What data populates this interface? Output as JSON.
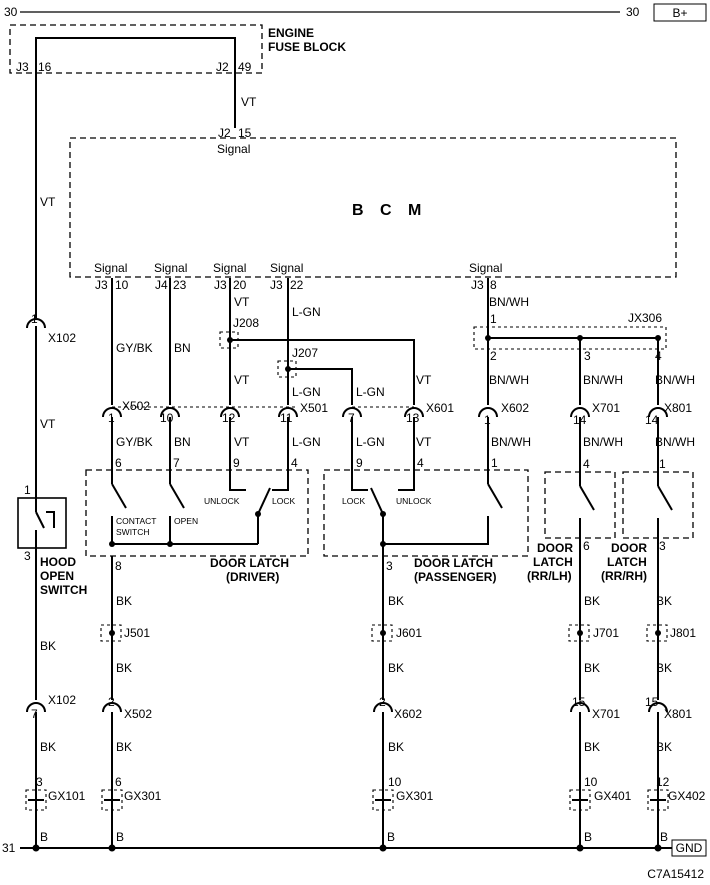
{
  "rails": {
    "top_left": "30",
    "top_right": "30",
    "battery": "B+",
    "bottom_left": "31",
    "ground": "GND"
  },
  "fuse_block": {
    "title_line1": "ENGINE",
    "title_line2": "FUSE BLOCK",
    "pin_left_conn": "J3",
    "pin_left": "16",
    "pin_right_conn": "J2",
    "pin_right": "49",
    "wire": "VT"
  },
  "bcm": {
    "title": "B C M",
    "top_conn": "J2",
    "top_pin": "15",
    "top_signal": "Signal",
    "signal": "Signal",
    "pins": [
      {
        "conn": "J3",
        "pin": "10"
      },
      {
        "conn": "J4",
        "pin": "23"
      },
      {
        "conn": "J3",
        "pin": "20"
      },
      {
        "conn": "J3",
        "pin": "22"
      },
      {
        "conn": "J3",
        "pin": "8"
      }
    ]
  },
  "wires": {
    "vt": "VT",
    "gybk": "GY/BK",
    "bn": "BN",
    "lgn": "L-GN",
    "bnwh": "BN/WH",
    "bk": "BK",
    "b": "B"
  },
  "connectors": {
    "x102": "X102",
    "x102_top_pin": "1",
    "x102_bot_pin": "7",
    "x502": "X502",
    "x502_pin1": "1",
    "x502_pin10": "10",
    "x502_pin2": "2",
    "x501": "X501",
    "x501_pin12": "12",
    "x501_pin11": "11",
    "x601": "X601",
    "x601_pin7": "7",
    "x601_pin13": "13",
    "x602": "X602",
    "x602_pin1": "1",
    "x602_pin2": "2",
    "x701": "X701",
    "x701_pin14": "14",
    "x701_pin15": "15",
    "x801": "X801",
    "x801_pin14": "14",
    "x801_pin15": "15"
  },
  "splices": {
    "j208": "J208",
    "j207": "J207",
    "jx306": "JX306",
    "jx306_pin1": "1",
    "jx306_pin2": "2",
    "jx306_pin3": "3",
    "jx306_pin4": "4",
    "j501": "J501",
    "j601": "J601",
    "j701": "J701",
    "j801": "J801"
  },
  "grounds": {
    "gx101": "GX101",
    "gx101_pin": "3",
    "gx301a": "GX301",
    "gx301a_pin": "6",
    "gx301b": "GX301",
    "gx301b_pin": "10",
    "gx401": "GX401",
    "gx401_pin": "10",
    "gx402": "GX402",
    "gx402_pin": "12"
  },
  "hood_switch": {
    "line1": "HOOD",
    "line2": "OPEN",
    "line3": "SWITCH",
    "pin_top": "1",
    "pin_bottom": "3"
  },
  "driver_latch": {
    "line1": "DOOR LATCH",
    "line2": "(DRIVER)",
    "pins": {
      "p6": "6",
      "p7": "7",
      "p9": "9",
      "p4": "4",
      "p8": "8"
    },
    "contact1": "CONTACT",
    "contact2": "SWITCH",
    "open": "OPEN",
    "unlock": "UNLOCK",
    "lock": "LOCK"
  },
  "passenger_latch": {
    "line1": "DOOR LATCH",
    "line2": "(PASSENGER)",
    "pins": {
      "p9": "9",
      "p4": "4",
      "p1": "1",
      "p3": "3"
    },
    "lock": "LOCK",
    "unlock": "UNLOCK"
  },
  "rr_lh_latch": {
    "line1": "DOOR",
    "line2": "LATCH",
    "line3": "(RR/LH)",
    "pin_top": "4",
    "pin_bottom": "6"
  },
  "rr_rh_latch": {
    "line1": "DOOR",
    "line2": "LATCH",
    "line3": "(RR/RH)",
    "pin_top": "1",
    "pin_bottom": "3"
  },
  "figure_id": "C7A15412"
}
